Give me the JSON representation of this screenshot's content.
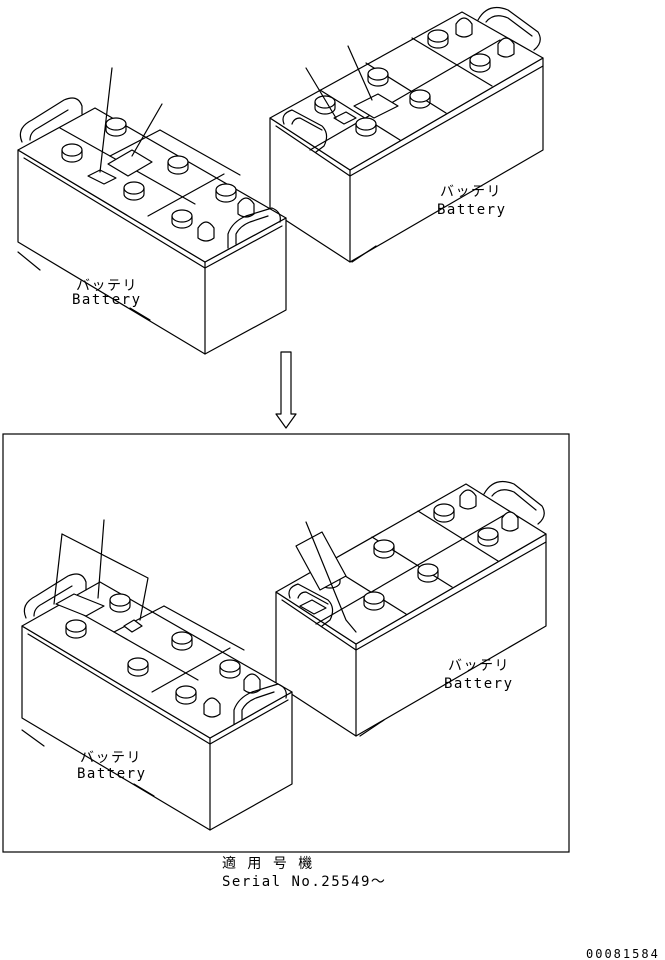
{
  "labels": {
    "battery_jp": "バッテリ",
    "battery_en": "Battery",
    "applicable_jp": "適 用 号 機",
    "serial": "Serial No.25549～",
    "drawing_no": "00081584"
  }
}
